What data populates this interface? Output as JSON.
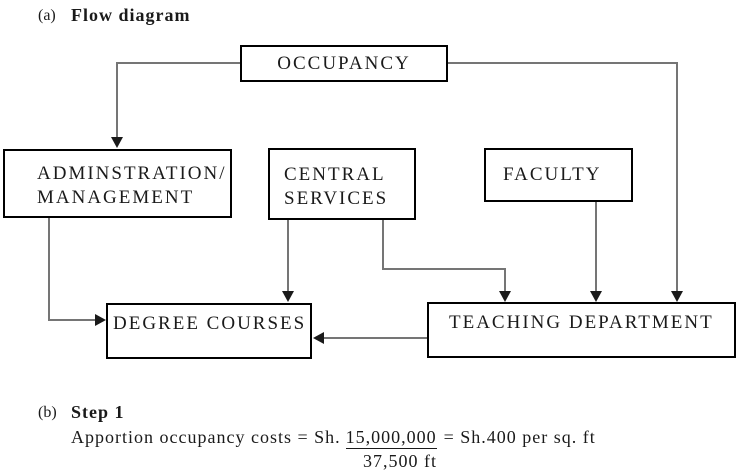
{
  "sections": {
    "a": {
      "label": "(a)",
      "title": "Flow diagram"
    },
    "b": {
      "label": "(b)",
      "title": "Step 1"
    }
  },
  "diagram": {
    "boxes": {
      "occupancy": {
        "label": "OCCUPANCY"
      },
      "administration": {
        "line1": "ADMINSTRATION/",
        "line2": "MANAGEMENT"
      },
      "central_services": {
        "line1": "CENTRAL",
        "line2": "SERVICES"
      },
      "faculty": {
        "label": "FACULTY"
      },
      "degree_courses": {
        "label": "DEGREE COURSES"
      },
      "teaching_department": {
        "label": "TEACHING DEPARTMENT"
      }
    },
    "connections": [
      "occupancy -> administration",
      "occupancy -> teaching_department",
      "administration -> degree_courses",
      "central_services -> degree_courses",
      "central_services -> teaching_department",
      "faculty -> teaching_department",
      "teaching_department -> degree_courses"
    ],
    "colors": {
      "box_border": "#000000",
      "connector_line": "#757575",
      "arrowhead": "#1a1a1a",
      "background": "#ffffff",
      "text": "#1a1a1a"
    }
  },
  "step1": {
    "prefix": "Apportion occupancy costs = Sh.",
    "numerator": "15,000,000",
    "suffix": "= Sh.400 per sq. ft",
    "denominator": "37,500 ft"
  }
}
